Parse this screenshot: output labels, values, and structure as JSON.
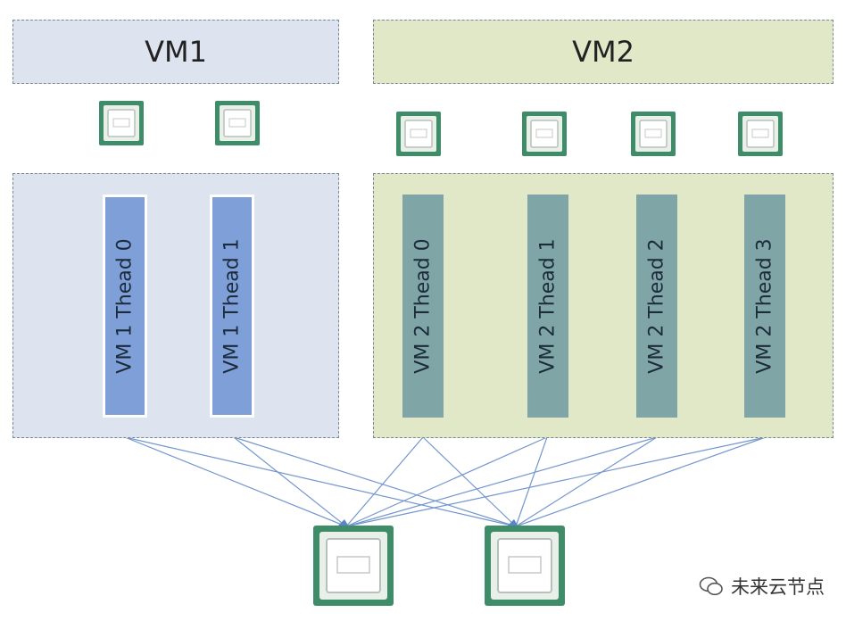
{
  "vm1": {
    "title": "VM1",
    "threads": [
      "VM 1  Thead 0",
      "VM 1  Thead 1"
    ]
  },
  "vm2": {
    "title": "VM2",
    "threads": [
      "VM 2  Thead 0",
      "VM 2  Thead 1",
      "VM 2  Thead 2",
      "VM 2  Thead 3"
    ]
  },
  "watermark": {
    "text": "未来云节点",
    "icon": "wechat-icon"
  },
  "colors": {
    "vm1_fill": "#dde4ef",
    "vm2_fill": "#e0e8c8",
    "vm1_thread": "#7f9fd9",
    "vm2_thread": "#7fa5a6",
    "chip_frame": "#3e8d68",
    "connector": "#5b84c6"
  }
}
